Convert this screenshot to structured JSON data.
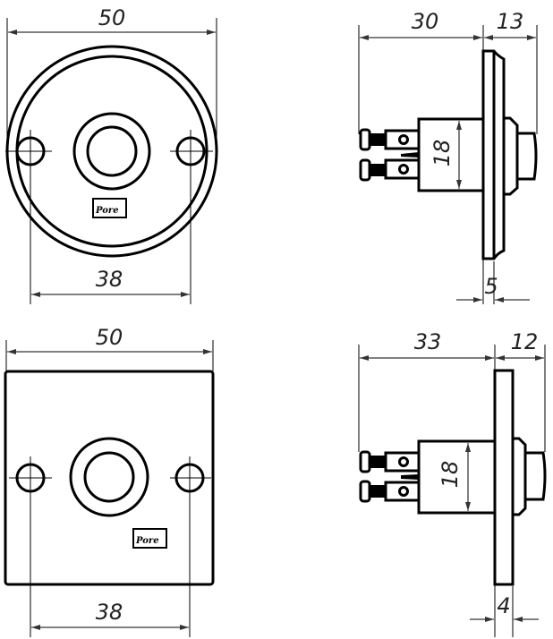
{
  "drawing": {
    "type": "technical-drawing",
    "subject": "doorbell push button — round and square variants",
    "stroke_color": "#000000",
    "background": "#ffffff"
  },
  "views": {
    "round_front": {
      "overall_width": "50",
      "hole_spacing": "38",
      "logo": "Pore"
    },
    "round_side": {
      "body_length": "30",
      "button_protrusion": "13",
      "body_height": "18",
      "plate_thickness": "5"
    },
    "square_front": {
      "overall_width": "50",
      "hole_spacing": "38",
      "logo": "Pore"
    },
    "square_side": {
      "body_length": "33",
      "button_protrusion": "12",
      "body_height": "18",
      "plate_thickness": "4"
    }
  }
}
